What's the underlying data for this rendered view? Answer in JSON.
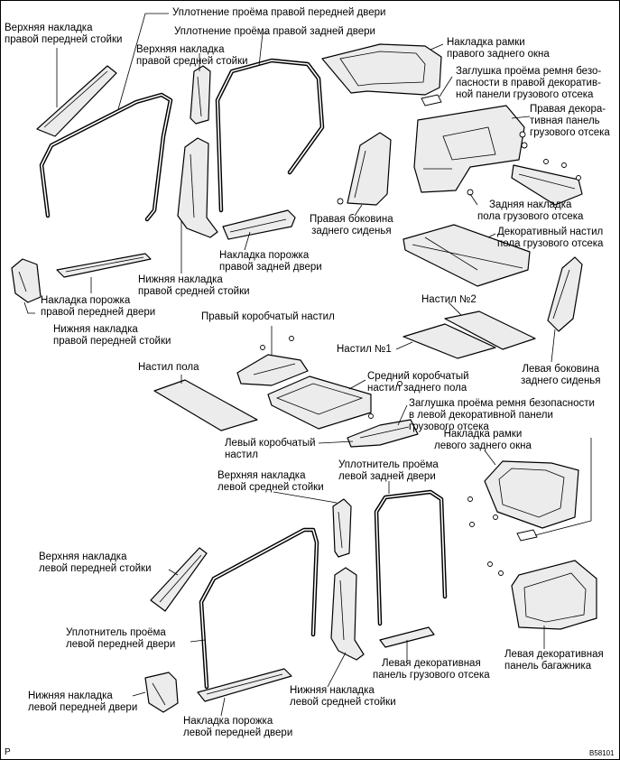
{
  "labels": {
    "upper_right_front_pillar": "Верхняя накладка\nправой передней стойки",
    "right_front_door_seal": "Уплотнение проёма правой передней двери",
    "right_rear_door_seal": "Уплотнение проёма правой задней двери",
    "upper_right_center_pillar": "Верхняя накладка\nправой средней стойки",
    "right_rear_window_frame": "Накладка рамки\nправого заднего окна",
    "right_belt_cover": "Заглушка проёма ремня безо-\nпасности в правой декоратив-\nной панели грузового отсека",
    "right_cargo_panel": "Правая декора-\nтивная панель\nгрузового отсека",
    "rear_cargo_sill": "Задняя накладка\nпола грузового отсека",
    "right_rear_seat_side": "Правая боковина\nзаднего сиденья",
    "cargo_floor_cover": "Декоративный настил\nпола грузового отсека",
    "right_rear_door_scuff": "Накладка порожка\nправой задней двери",
    "lower_right_center_pillar": "Нижняя накладка\nправой средней стойки",
    "right_front_door_scuff": "Накладка порожка\nправой передней двери",
    "lower_right_front_pillar": "Нижняя накладка\nправой передней стойки",
    "right_box_floor": "Правый коробчатый настил",
    "floor_mat_2": "Настил №2",
    "floor_mat_1": "Настил №1",
    "left_rear_seat_side": "Левая боковина\nзаднего сиденья",
    "floor_mat": "Настил пола",
    "center_box_floor": "Средний коробчатый\nнастил заднего пола",
    "left_belt_cover": "Заглушка проёма ремня безопасности\nв левой декоративной панели\nгрузового отсека",
    "left_box_floor": "Левый коробчатый\nнастил",
    "left_rear_window_frame": "Накладка рамки\nлевого заднего окна",
    "upper_left_center_pillar": "Верхняя накладка\nлевой средней стойки",
    "left_rear_door_seal": "Уплотнитель проёма\nлевой задней двери",
    "upper_left_front_pillar": "Верхняя накладка\nлевой передней стойки",
    "left_front_door_seal": "Уплотнитель проёма\nлевой передней двери",
    "left_cargo_panel_lower": "Левая декоративная\nпанель грузового отсека",
    "left_luggage_panel": "Левая декоративная\nпанель багажника",
    "lower_left_front_pillar": "Нижняя накладка\nлевой передней двери",
    "lower_left_center_pillar": "Нижняя накладка\nлевой средней стойки",
    "left_front_door_scuff": "Накладка порожка\nлевой передней двери"
  },
  "corner": {
    "left_mark": "P",
    "figure_code": "B58101"
  }
}
